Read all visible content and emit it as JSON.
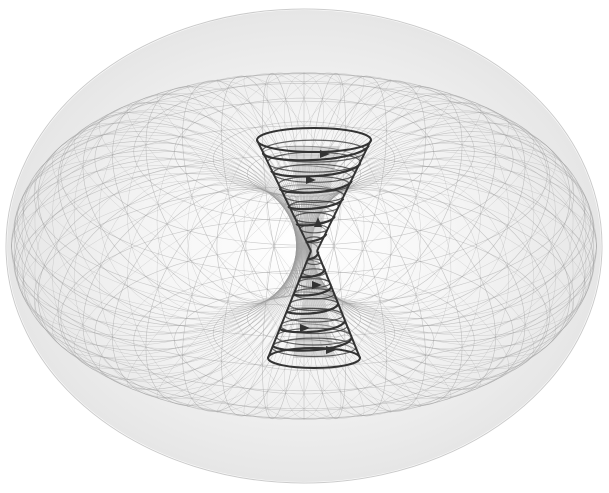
{
  "diagram": {
    "torus": {
      "mesh_color": "#9a9a9a",
      "meridian_count": 44,
      "parallel_count": 22,
      "major_radius": 1.0,
      "minor_radius": 0.95
    },
    "cones": {
      "stroke_color": "#333333",
      "shade_color": "#bdbdbd",
      "rings_per_cone": 10,
      "helix_turns_per_cone": 6,
      "arrow_count": 6
    }
  }
}
